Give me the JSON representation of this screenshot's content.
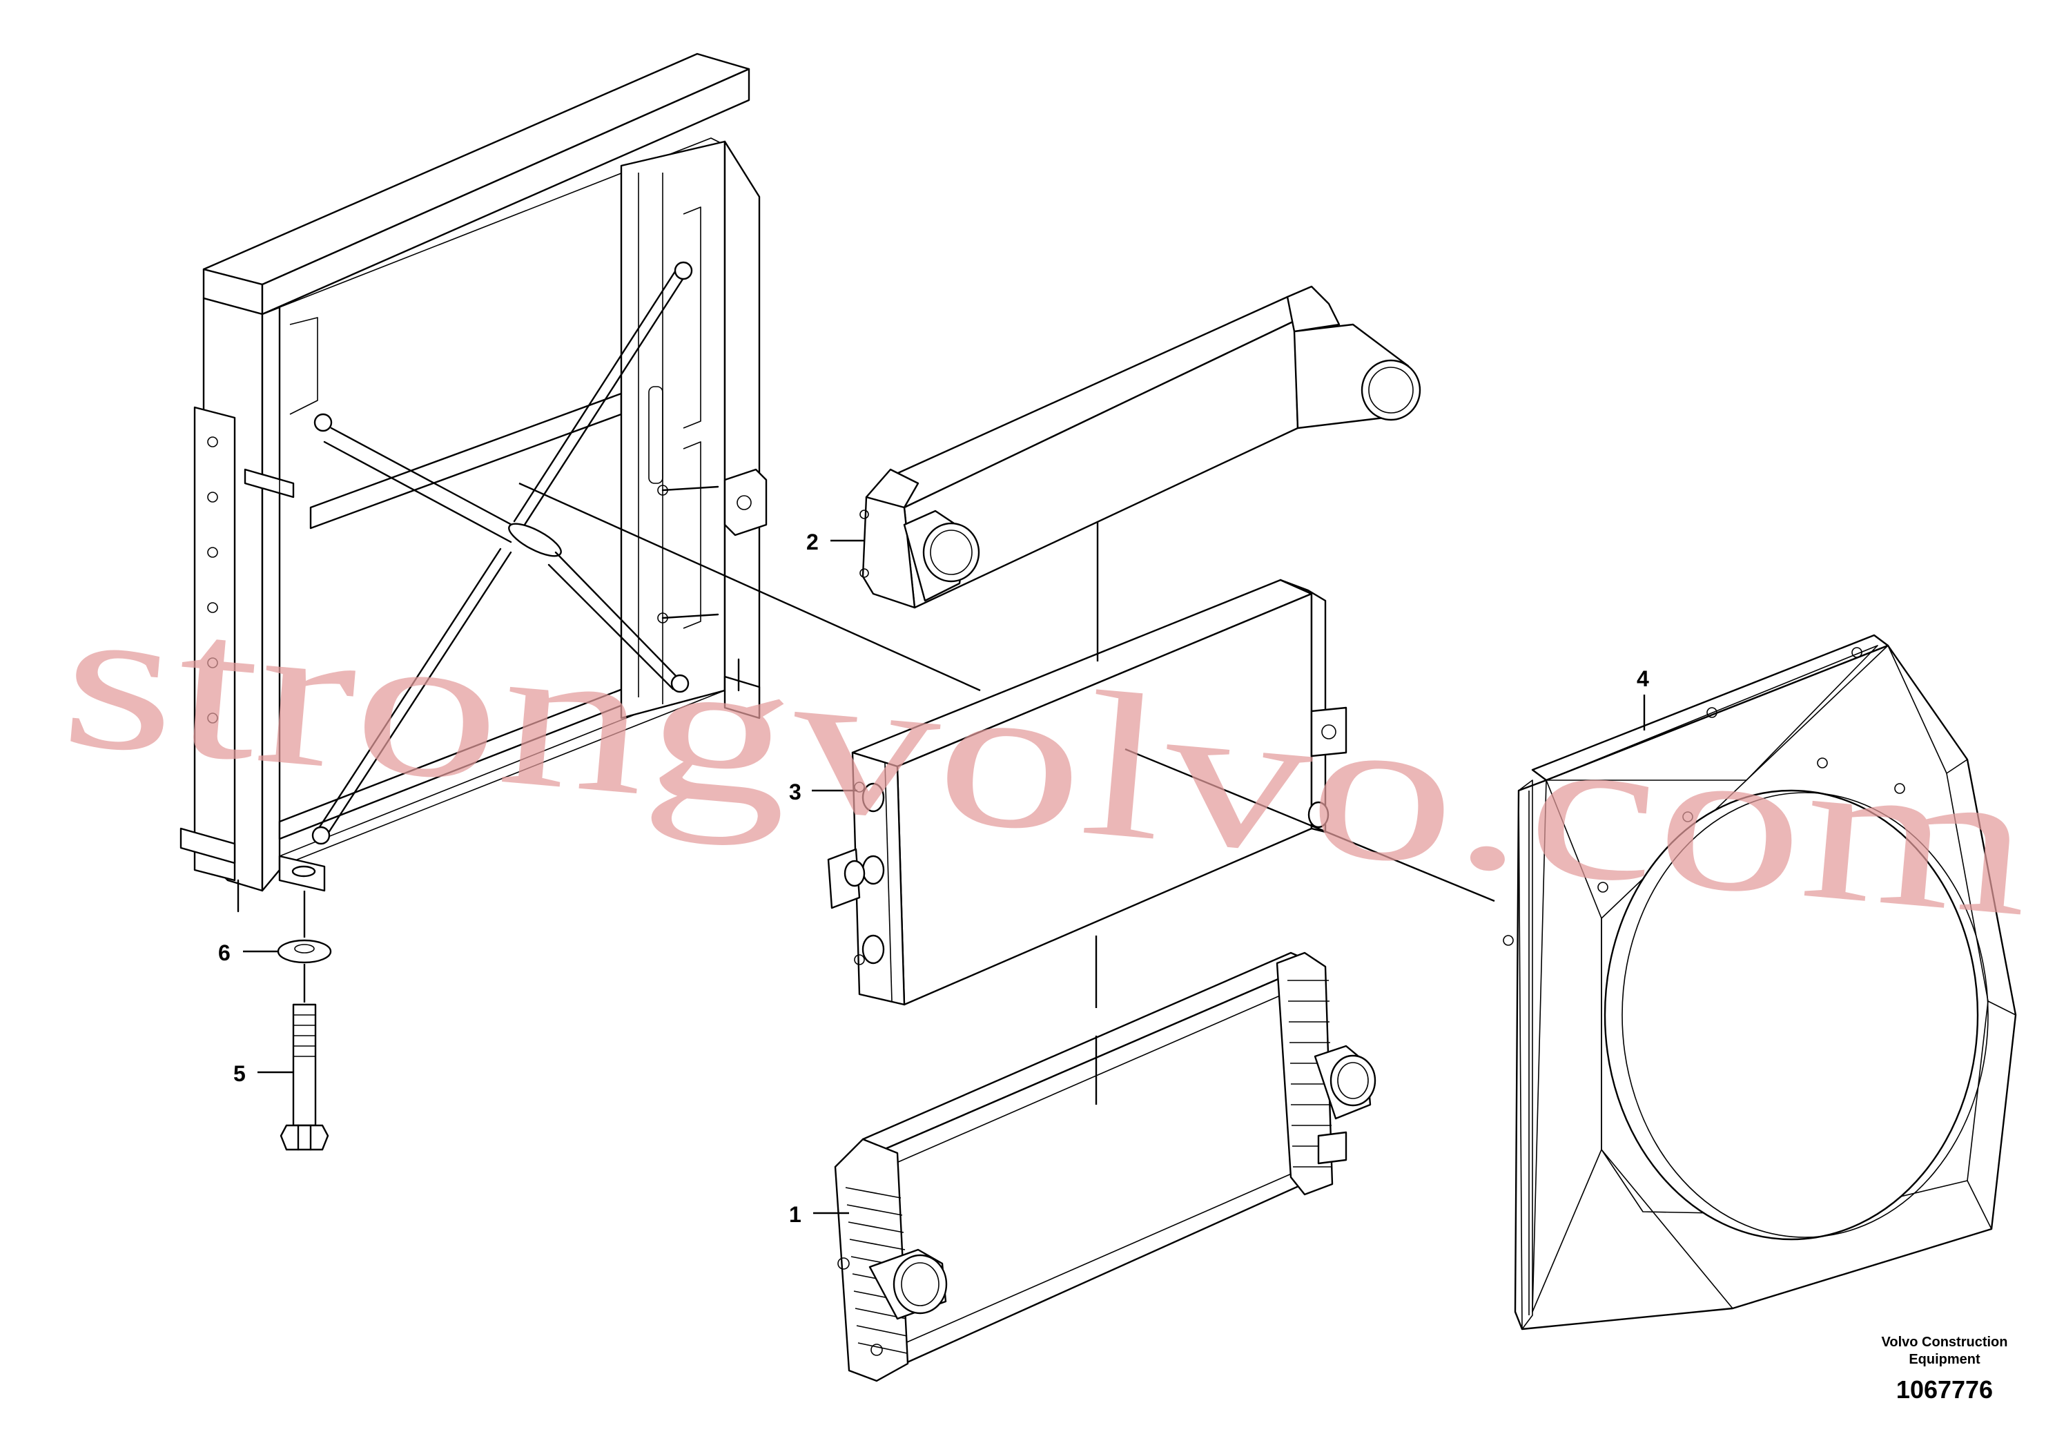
{
  "callouts": [
    {
      "id": "1",
      "label": "1"
    },
    {
      "id": "2",
      "label": "2"
    },
    {
      "id": "3",
      "label": "3"
    },
    {
      "id": "4",
      "label": "4"
    },
    {
      "id": "5",
      "label": "5"
    },
    {
      "id": "6",
      "label": "6"
    }
  ],
  "footer": {
    "brand_line1": "Volvo Construction",
    "brand_line2": "Equipment",
    "document_number": "1067776"
  },
  "watermark": {
    "text": "strongvolvo.com"
  },
  "colors": {
    "line": "#000000",
    "watermark": "#e39b9b",
    "background": "#ffffff"
  }
}
